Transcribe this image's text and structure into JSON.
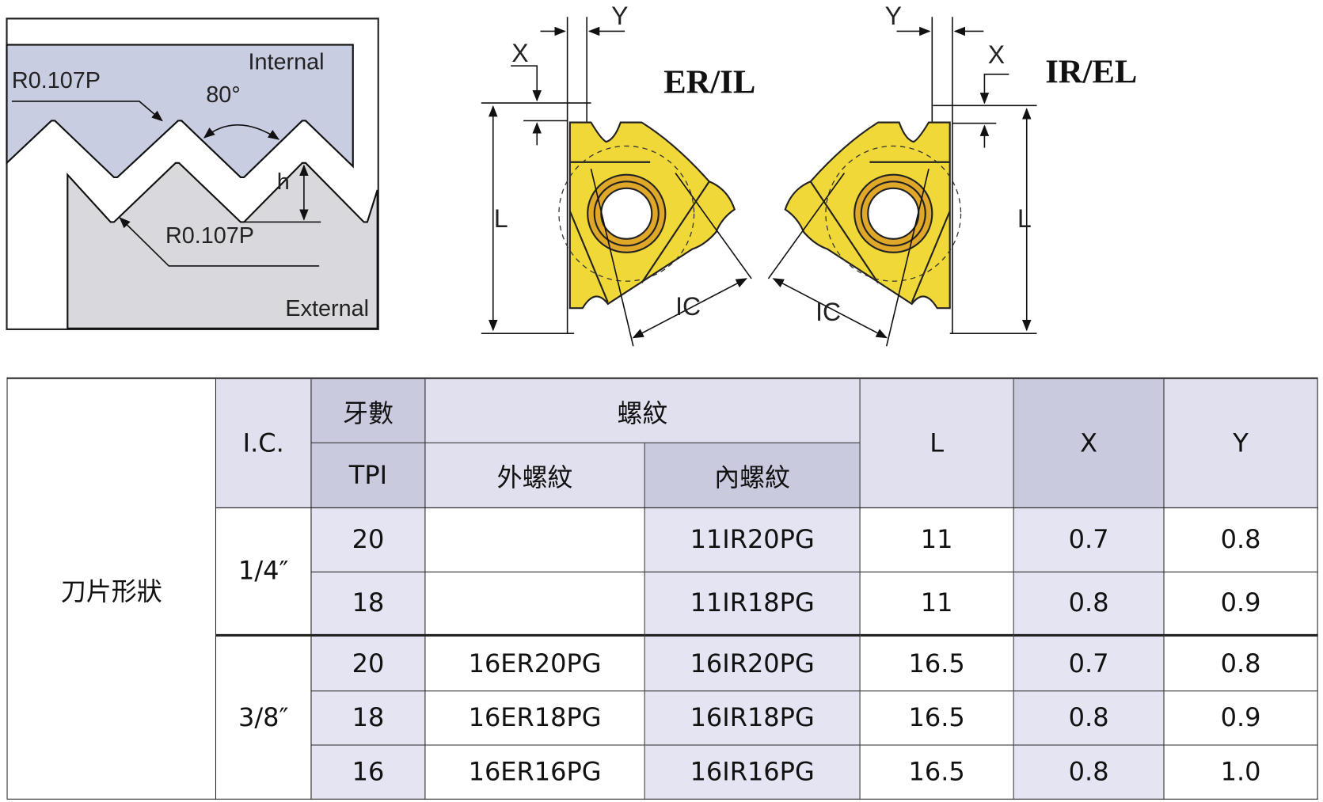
{
  "thread_diagram": {
    "internal_label": "Internal",
    "external_label": "External",
    "radius_top": "R0.107P",
    "radius_bottom": "R0.107P",
    "angle": "80°",
    "height_label": "h"
  },
  "insert_diagrams": {
    "left_title": "ER/IL",
    "right_title": "IR/EL",
    "dim_x": "X",
    "dim_y": "Y",
    "dim_l": "L",
    "dim_ic": "IC"
  },
  "colors": {
    "insert_yellow": "#f0d838",
    "ring_orange": "#e0a828",
    "internal_fill": "#c9cde2",
    "external_fill": "#d9d9dd",
    "header_light": "#e0e0ef",
    "header_dark": "#cacadf"
  },
  "table": {
    "row_header": "刀片形狀",
    "headers": {
      "ic": "I.C.",
      "pitch": "牙數",
      "tpi": "TPI",
      "thread": "螺紋",
      "external": "外螺紋",
      "internal": "內螺紋",
      "l": "L",
      "x": "X",
      "y": "Y"
    },
    "groups": [
      {
        "ic": "1/4″",
        "rows": [
          {
            "tpi": "20",
            "external": "",
            "internal": "11IR20PG",
            "l": "11",
            "x": "0.7",
            "y": "0.8"
          },
          {
            "tpi": "18",
            "external": "",
            "internal": "11IR18PG",
            "l": "11",
            "x": "0.8",
            "y": "0.9"
          }
        ]
      },
      {
        "ic": "3/8″",
        "rows": [
          {
            "tpi": "20",
            "external": "16ER20PG",
            "internal": "16IR20PG",
            "l": "16.5",
            "x": "0.7",
            "y": "0.8"
          },
          {
            "tpi": "18",
            "external": "16ER18PG",
            "internal": "16IR18PG",
            "l": "16.5",
            "x": "0.8",
            "y": "0.9"
          },
          {
            "tpi": "16",
            "external": "16ER16PG",
            "internal": "16IR16PG",
            "l": "16.5",
            "x": "0.8",
            "y": "1.0"
          }
        ]
      }
    ]
  }
}
